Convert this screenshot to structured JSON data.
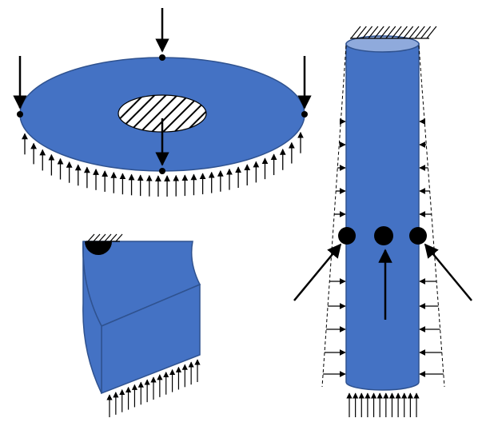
{
  "figure": {
    "description_free": true,
    "colors": {
      "body_fill": "#4472C4",
      "body_stroke": "#2F528F",
      "top_cap": "#8FAADC",
      "hole_fill": "#ffffff",
      "arrow": "#000000",
      "hatch": "#000000",
      "background": "#ffffff"
    },
    "panels": [
      {
        "id": "annular-disk",
        "shape": "annular disk with point loads and distributed pressure"
      },
      {
        "id": "cylinder-wedge",
        "shape": "cylinder wedge sector with fixed corner and bottom pressure"
      },
      {
        "id": "vertical-cylinder",
        "shape": "vertical cylinder with fixed top, lateral pressure and inclined loads"
      }
    ]
  }
}
